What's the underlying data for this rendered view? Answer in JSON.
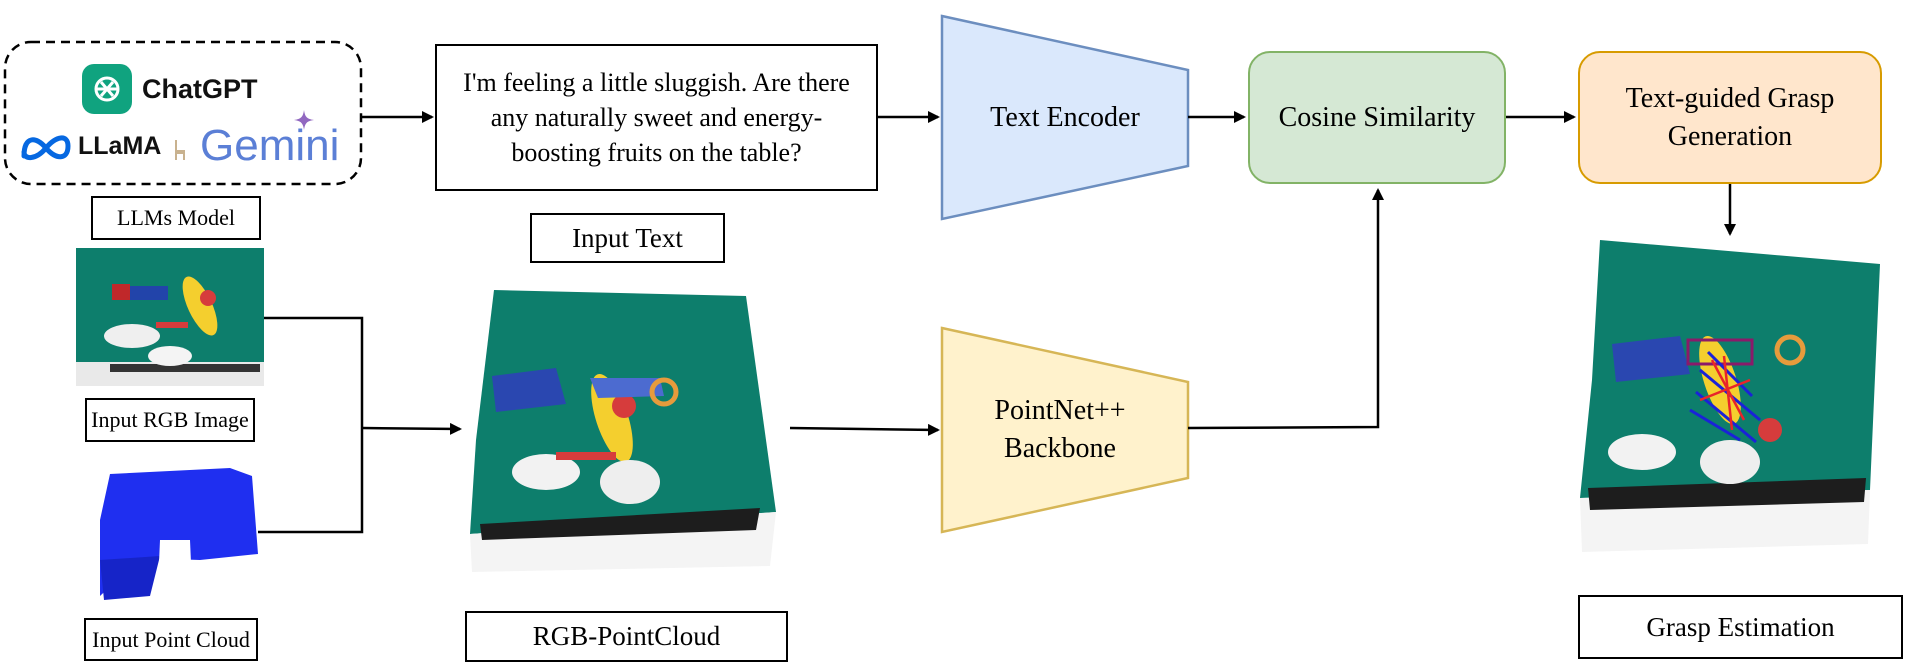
{
  "llm": {
    "logos": [
      "ChatGPT",
      "LLaMA",
      "Gemini"
    ],
    "icons": [
      "openai-icon",
      "meta-icon",
      "llama-icon",
      "gemini-sparkle-icon"
    ],
    "label": "LLMs Model"
  },
  "prompt": {
    "text": "I'm feeling a little sluggish. Are there any naturally sweet and energy-boosting fruits on the table?",
    "label": "Input Text"
  },
  "inputs": {
    "rgb_label": "Input RGB Image",
    "pointcloud_label": "Input Point Cloud"
  },
  "fused": {
    "label": "RGB-PointCloud"
  },
  "modules": {
    "text_encoder": "Text Encoder",
    "backbone": "PointNet++ Backbone",
    "similarity": "Cosine Similarity",
    "generation": "Text-guided Grasp Generation"
  },
  "output": {
    "label": "Grasp Estimation"
  },
  "colors": {
    "text_encoder_fill": "#dae8fc",
    "text_encoder_stroke": "#6c8ebf",
    "backbone_fill": "#fff2cc",
    "backbone_stroke": "#d6b656",
    "similarity_fill": "#d5e8d4",
    "similarity_stroke": "#82b366",
    "generation_fill": "#ffe6cc",
    "generation_stroke": "#d79b00",
    "table_green": "#0d7e6c",
    "depth_blue": "#1f2ff0",
    "openai_green": "#10a37f",
    "meta_blue": "#0668e1"
  }
}
